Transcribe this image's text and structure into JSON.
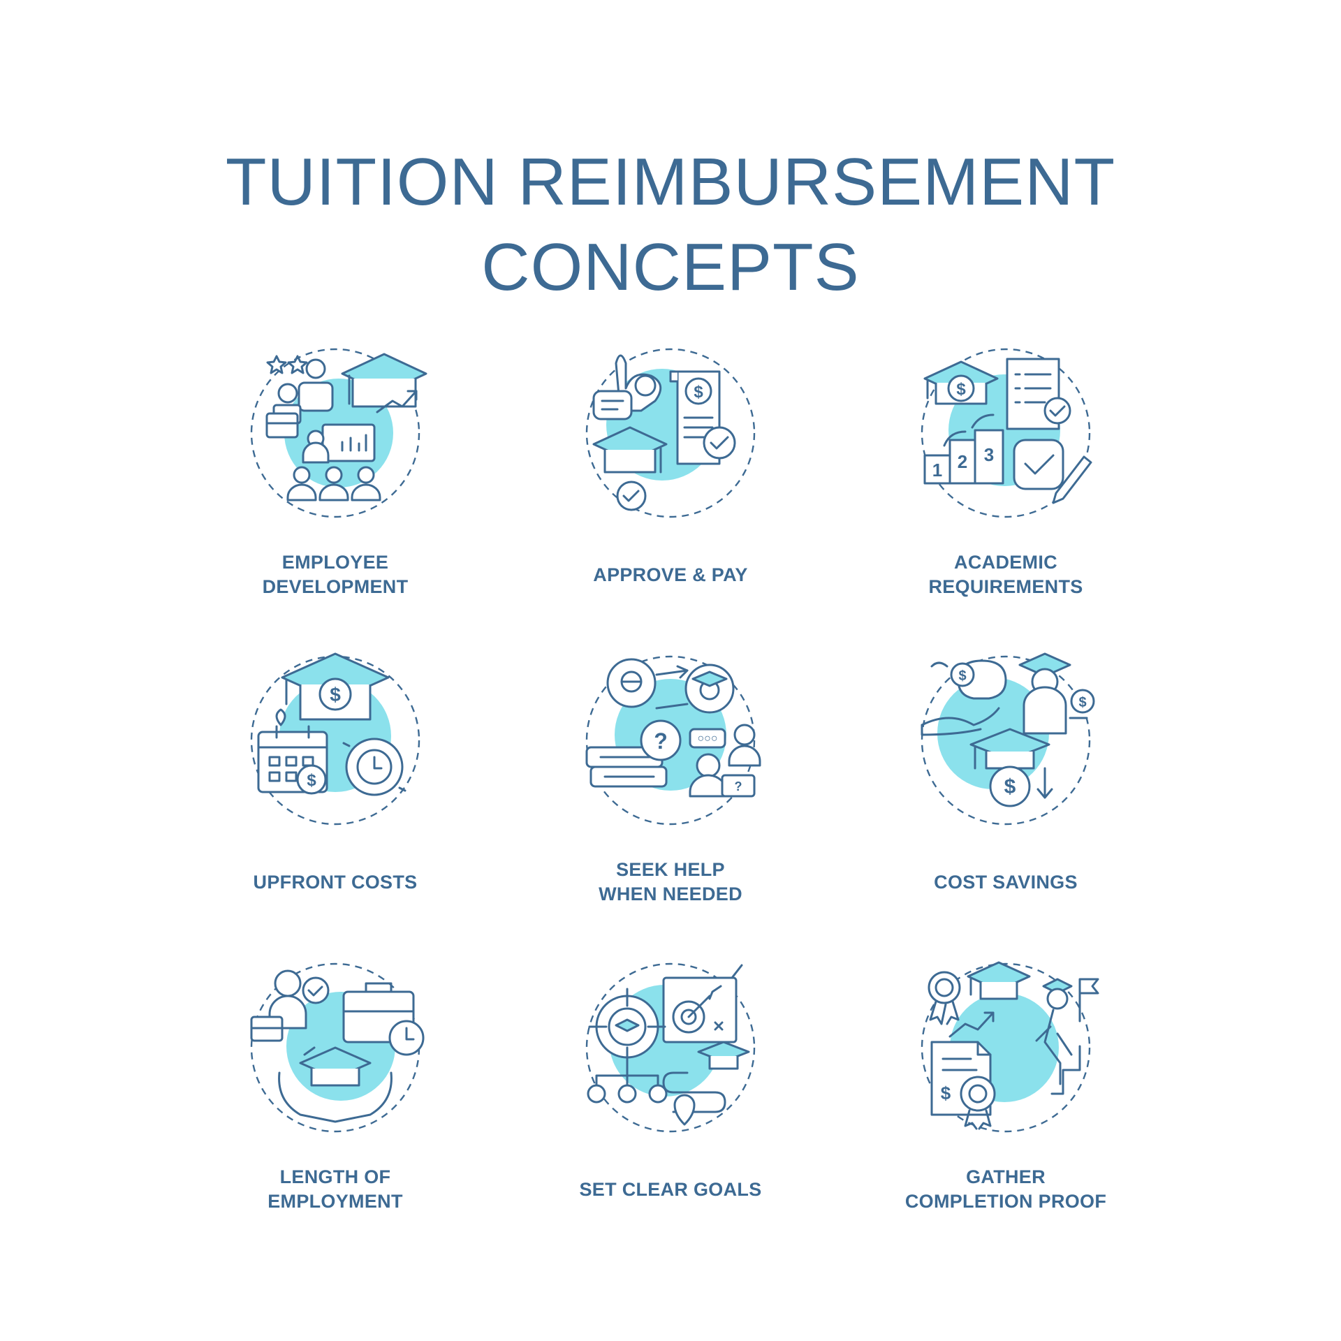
{
  "title": {
    "line1": "TUITION REIMBURSEMENT",
    "line2": "CONCEPTS"
  },
  "colors": {
    "text": "#3d6a93",
    "accent": "#8be1ec",
    "background": "#ffffff"
  },
  "concepts": [
    {
      "label_line1": "EMPLOYEE",
      "label_line2": "DEVELOPMENT",
      "icon": "employee-development-icon"
    },
    {
      "label_line1": "APPROVE & PAY",
      "label_line2": "",
      "icon": "approve-and-pay-icon"
    },
    {
      "label_line1": "ACADEMIC",
      "label_line2": "REQUIREMENTS",
      "icon": "academic-requirements-icon"
    },
    {
      "label_line1": "UPFRONT COSTS",
      "label_line2": "",
      "icon": "upfront-costs-icon"
    },
    {
      "label_line1": "SEEK HELP",
      "label_line2": "WHEN NEEDED",
      "icon": "seek-help-icon"
    },
    {
      "label_line1": "COST SAVINGS",
      "label_line2": "",
      "icon": "cost-savings-icon"
    },
    {
      "label_line1": "LENGTH OF",
      "label_line2": "EMPLOYMENT",
      "icon": "length-of-employment-icon"
    },
    {
      "label_line1": "SET CLEAR GOALS",
      "label_line2": "",
      "icon": "set-clear-goals-icon"
    },
    {
      "label_line1": "GATHER",
      "label_line2": "COMPLETION PROOF",
      "icon": "completion-proof-icon"
    }
  ]
}
